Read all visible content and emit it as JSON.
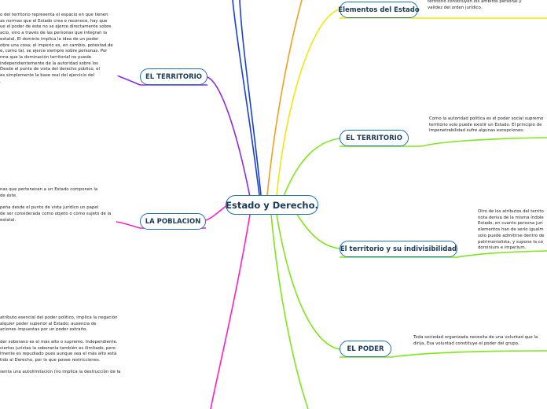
{
  "central": {
    "label": "Estado y Derecho."
  },
  "branches": {
    "elementos": {
      "label": "Elementos del Estado"
    },
    "territorio_right": {
      "label": "EL TERRITORIO"
    },
    "indivisibilidad": {
      "label": "El territorio y su indivisibilidad"
    },
    "poder": {
      "label": "EL PODER"
    },
    "territorio_left": {
      "label": "EL TERRITORIO"
    },
    "poblacion": {
      "label": "LA POBLACION"
    }
  },
  "notes": {
    "elementos_text": "territorio constituyen los ámbitos personal y\nvalidez del orden jurídico.",
    "territorio_right_text": "Como la autoridad política es el poder social supremo\nterritorio solo puede existir un Estado. El principio de\nimpenetrabilidad sufre algunas excepciones:",
    "indivisibilidad_text": "Otro de los atributos del territo\nnota deriva de la misma índole\nEstado, en cuanto persona jurí\nelementos han de serlo igualm\nsolo puede admitirse dentro de\npatrimonialista, y supone la co\ndominium e imperium.",
    "poder_text": "Toda sociedad organizada necesita de una voluntad que la\ndirija. Esa voluntad constituye el poder del grupo.",
    "territorio_left_text": "o del territorio representa el espacio en que tienen\nas normas que el Estado crea o reconoce, hay que\nue el poder de éste no se ejerce directamente sobre\nacio, sino a través de las personas que integran la\nestatal. El dominio implica la idea de un poder\nobre una cosa; el imperio es, en cambio, potestad de\ne, como tal, se ejerce siempre sobre personas. Por\nrma que la dominación territorial no puede\nindependientemente de la autoridad sobre los\nDesde el punto de vista del derecho público, el\nes simplemente la base real del ejercicio del\n.",
    "poblacion_text": "nas que pertenecen a un Estado componen la\nde éste.\n\npeña desde el punto de vista jurídico un papel\nde ser considerada como objeto o como sujeto de la\nestatal.",
    "poder_left_text": "atributo esencial del poder político, implica la negación\nalquier poder superior al Estado; ausencia de\naciones impuestas por un poder extraño.\n\nder soberano es el más alto o supremo. Independiente.\nciertos juristas la soberanía también es ilimitado, pero\nlmente es repudiado pues aunque sea el más alto está\ntido al Derecho, por lo que posee restricciones.\n\nsenta una autolimitación (no implica la destrucción de la"
  },
  "colors": {
    "node_border": "#1f6fb5",
    "node_text": "#1b3a57",
    "edge_blue": "#1a3fd6",
    "edge_yellow": "#f2e60a",
    "edge_green": "#7fe51c",
    "edge_purple": "#8a2be2",
    "edge_magenta": "#ff1ec8"
  }
}
